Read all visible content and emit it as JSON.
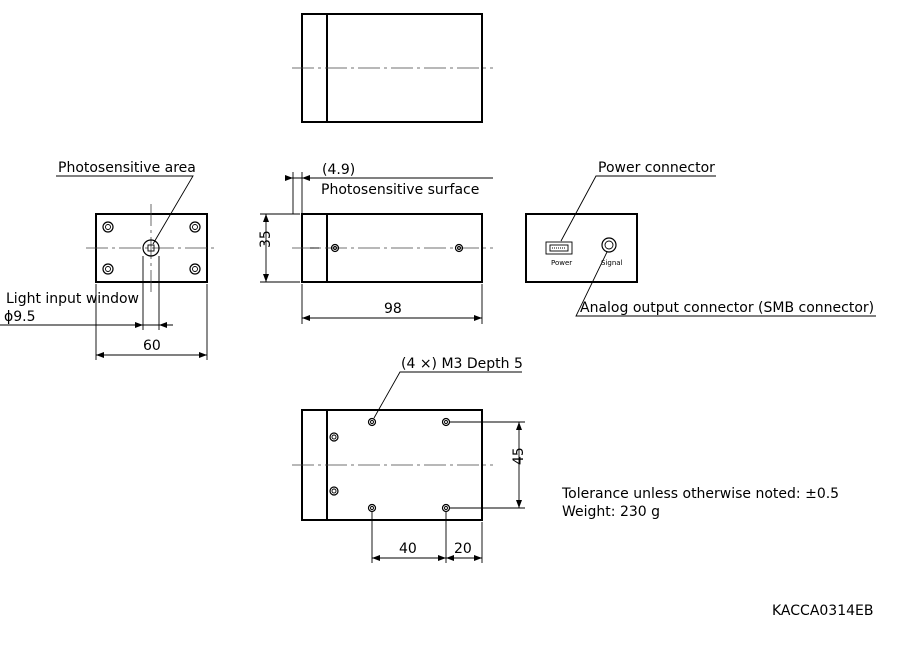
{
  "labels": {
    "photosensitive_area": "Photosensitive area",
    "offset_49": "(4.9)",
    "photosensitive_surface": "Photosensitive surface",
    "power_connector": "Power connector",
    "light_input_window": "Light input window",
    "phi95": "ϕ9.5",
    "analog_output": "Analog output connector (SMB connector)",
    "holes": "(4 ×) M3 Depth 5",
    "tolerance": "Tolerance unless otherwise noted: ±0.5",
    "weight": "Weight: 230 g",
    "drawing_code": "KACCA0314EB",
    "power_small": "Power",
    "signal_small": "Signal"
  },
  "dimensions": {
    "d35": "35",
    "d98": "98",
    "d60": "60",
    "d45": "45",
    "d40": "40",
    "d20": "20"
  }
}
